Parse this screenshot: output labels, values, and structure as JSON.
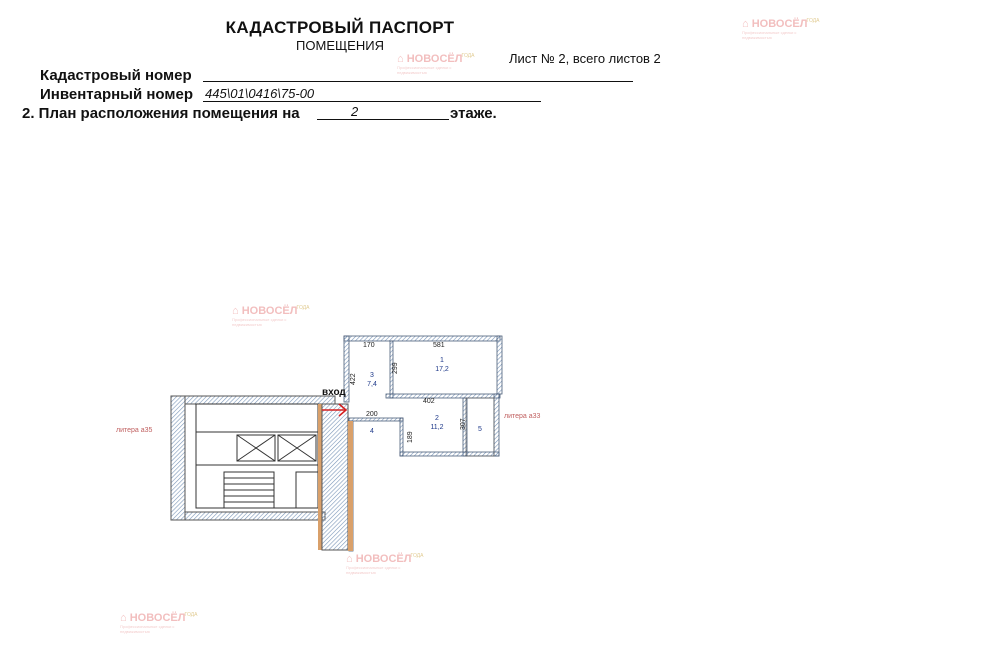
{
  "header": {
    "title": "КАДАСТРОВЫЙ ПАСПОРТ",
    "subtitle": "ПОМЕЩЕНИЯ",
    "sheet": "Лист № 2, всего листов 2"
  },
  "fields": {
    "cadastral_label": "Кадастровый номер",
    "cadastral_value": "",
    "inventory_label": "Инвентарный номер",
    "inventory_value": "445\\01\\0416\\75-00",
    "plan_label": "2. План расположения помещения на",
    "floor_value": "2",
    "floor_suffix": "этаже."
  },
  "plan": {
    "entrance": "вход",
    "litera_left": "литера а35",
    "litera_right": "литера а33",
    "dims": {
      "d170": "170",
      "d581": "581",
      "d422": "422",
      "d299": "299",
      "d402": "402",
      "d200": "200",
      "d189": "189",
      "d307": "307"
    },
    "rooms": [
      {
        "num": "1",
        "area": "17,2"
      },
      {
        "num": "2",
        "area": "11,2"
      },
      {
        "num": "3",
        "area": "7,4"
      },
      {
        "num": "4",
        "area": ""
      },
      {
        "num": "5",
        "area": ""
      }
    ]
  },
  "watermark": {
    "brand": "НОВОСЁЛ",
    "tagline": "Профессиональные сделки с недвижимостью",
    "years": "ГОДА"
  },
  "colors": {
    "ink": "#111111",
    "wall_hatch": "#7a96b8",
    "wall_orange": "#d9a06a",
    "arrow": "#d42020",
    "watermark": "#e88a8a"
  }
}
